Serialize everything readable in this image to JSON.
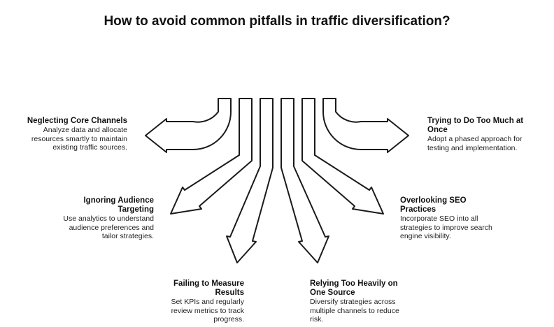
{
  "title": "How to avoid common pitfalls in traffic diversification?",
  "items": [
    {
      "heading": "Neglecting Core Channels",
      "desc": "Analyze data and allocate resources smartly to maintain existing traffic sources."
    },
    {
      "heading": "Ignoring Audience Targeting",
      "desc": "Use analytics to understand audience preferences and tailor strategies."
    },
    {
      "heading": "Failing to Measure Results",
      "desc": "Set KPIs and regularly review metrics to track progress."
    },
    {
      "heading": "Relying Too Heavily on One Source",
      "desc": "Diversify strategies across multiple channels to reduce risk."
    },
    {
      "heading": "Overlooking SEO Practices",
      "desc": "Incorporate SEO into all strategies to improve search engine visibility."
    },
    {
      "heading": "Trying to Do Too Much at Once",
      "desc": "Adopt a phased approach for testing and implementation."
    }
  ]
}
